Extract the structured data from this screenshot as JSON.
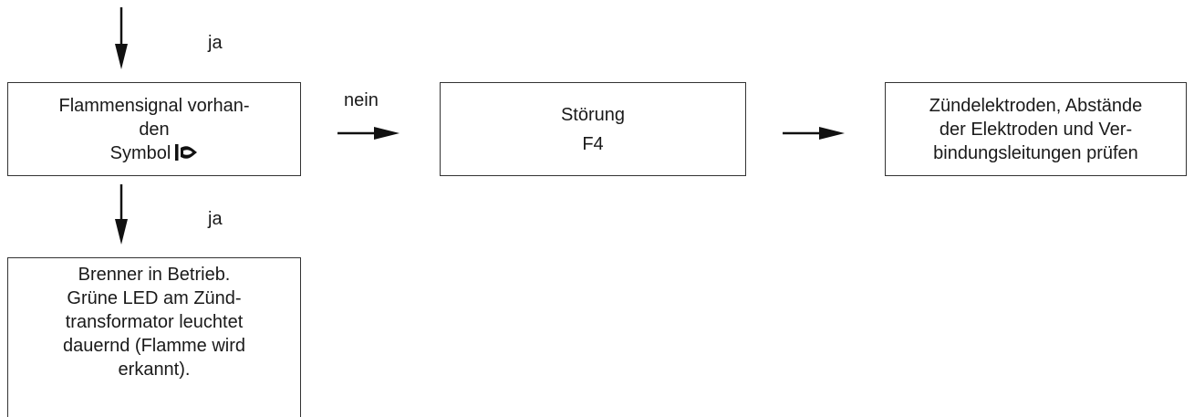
{
  "boxes": {
    "flame_check": {
      "line1": "Flammensignal vorhan-",
      "line2": "den",
      "line3": "Symbol",
      "icon": "flame-signal-icon"
    },
    "fault": {
      "line1": "Störung",
      "line2": "F4"
    },
    "electrodes": {
      "line1": "Zündelektroden, Abstände",
      "line2": "der Elektroden und Ver-",
      "line3": "bindungsleitungen prüfen"
    },
    "burner_running": {
      "line1": "Brenner in Betrieb.",
      "line2": "Grüne LED am Zünd-",
      "line3": "transformator leuchtet",
      "line4": "dauernd (Flamme wird",
      "line5": "erkannt)."
    }
  },
  "labels": {
    "yes_top": "ja",
    "no_right": "nein",
    "yes_bottom": "ja"
  }
}
